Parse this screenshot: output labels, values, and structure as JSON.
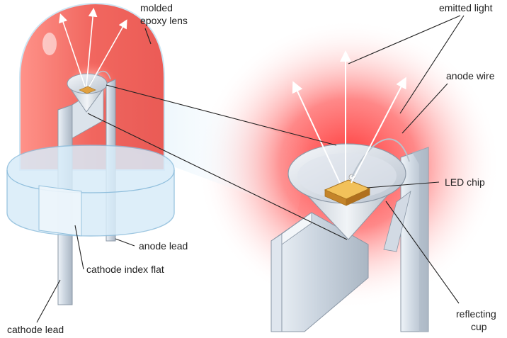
{
  "labels": {
    "molded_line1": "molded",
    "molded_line2": "epoxy lens",
    "emitted_light": "emitted light",
    "anode_wire": "anode wire",
    "led_chip": "LED chip",
    "anode_lead": "anode lead",
    "cathode_index_flat": "cathode index flat",
    "cathode_lead": "cathode lead",
    "reflecting_line1": "reflecting",
    "reflecting_line2": "cup"
  },
  "colors": {
    "glow_red": "#ff3b3b",
    "lens_red": "#f06a62",
    "metal": "#cfd7e2",
    "chip_orange": "#e0a040",
    "base_blue": "#d9ecf8"
  }
}
